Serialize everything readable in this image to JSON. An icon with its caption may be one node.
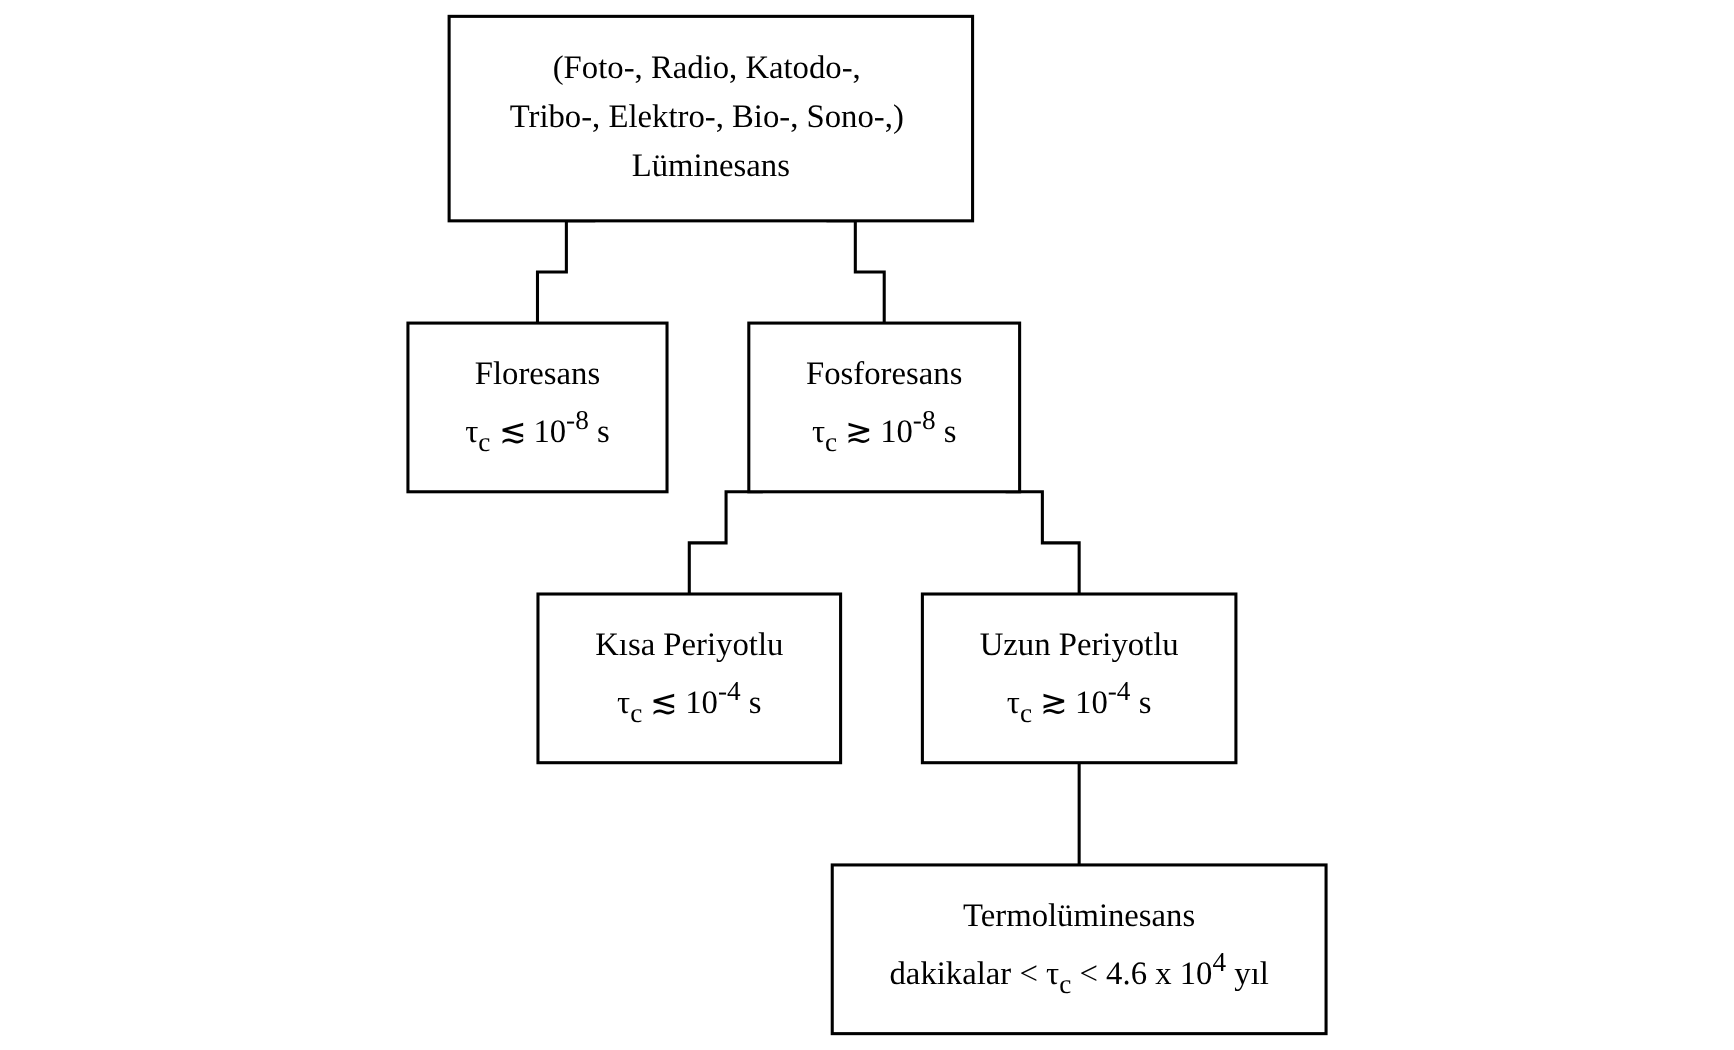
{
  "diagram": {
    "nodes": [
      {
        "text": [
          "(Foto-, Radio, Katodo-, Tribo-, Elektro-, Bio-, Sono-,) Lüminesans"
        ]
      },
      {
        "text": [
          "Floresans",
          "τ$_{c}$ ≲ 10$^{-8}$ s"
        ]
      },
      {
        "text": [
          "Fosforesans",
          "τ$_{c}$ ≳ 10$^{-8}$ s"
        ]
      },
      {
        "text": [
          "Kısa Periyotlu",
          "τ$_{c}$ ≲ 10$^{-4}$ s"
        ]
      },
      {
        "text": [
          "Uzun Periyotlu",
          "τ$_{c}$ ≳ 10$^{-4}$ s"
        ]
      },
      {
        "text": [
          "Termolüminesans",
          "dakikalar < τ$_{c}$ < 4.6 x 10$^{4}$ yıl"
        ]
      }
    ],
    "edges": [
      {
        "from": 0,
        "to": 1,
        "arrow": "none"
      },
      {
        "from": 0,
        "to": 2,
        "arrow": "none"
      },
      {
        "from": 2,
        "to": 3,
        "arrow": "none"
      },
      {
        "from": 2,
        "to": 4,
        "arrow": "none"
      },
      {
        "from": 4,
        "to": 5,
        "arrow": "none"
      }
    ]
  }
}
